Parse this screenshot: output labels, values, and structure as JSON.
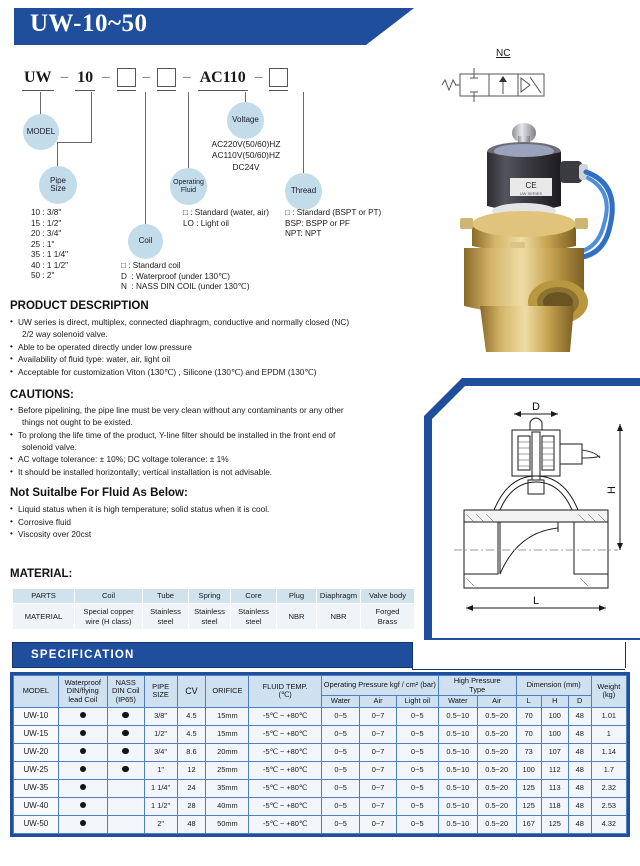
{
  "header": {
    "title": "UW-10~50"
  },
  "coding": {
    "segments": [
      {
        "type": "text",
        "value": "UW"
      },
      {
        "type": "text",
        "value": "10"
      },
      {
        "type": "box",
        "value": ""
      },
      {
        "type": "box",
        "value": ""
      },
      {
        "type": "text",
        "value": "AC110"
      },
      {
        "type": "box",
        "value": ""
      }
    ],
    "separator": "–",
    "bubbles": {
      "model": "MODEL",
      "pipe_size": "Pipe\nSize",
      "coil": "Coil",
      "operating_fluid": "Operating\nFluid",
      "voltage": "Voltage",
      "thread": "Thread"
    },
    "pipe_size_options": "10 : 3/8\"\n15 : 1/2\"\n20 : 3/4\"\n25 : 1\"\n35 : 1 1/4\"\n40 : 1 1/2\"\n50 : 2\"",
    "coil_options": "□ : Standard coil\nD  : Waterproof (under 130℃)\nN  : NASS DIN COIL (under 130℃)",
    "fluid_options": "□ : Standard (water, air)\nLO : Light oil",
    "voltage_options": "AC220V(50/60)HZ\nAC110V(50/60)HZ\nDC24V",
    "thread_options": "□ : Standard (BSPT or PT)\nBSP: BSPP or PF\nNPT: NPT"
  },
  "product_description": {
    "heading": "PRODUCT DESCRIPTION",
    "items": [
      "UW series is direct, multiplex, connected diaphragm, conductive and normally closed (NC)",
      "2/2 way solenoid valve.",
      "Able to be operated directly under low pressure",
      "Availability of fluid type: water, air, light oil",
      "Acceptable for customization Viton (130℃) , Silicone (130℃) and EPDM (130℃)"
    ]
  },
  "cautions": {
    "heading": "CAUTIONS:",
    "items": [
      "Before pipelining, the pipe line must be very clean without any contaminants or any other",
      "things not ought to be existed.",
      "To prolong the life time of the product, Y-line filter should be installed in the front end of",
      "solenoid valve.",
      "AC voltage tolerance: ± 10%; DC voltage tolerance: ± 1%",
      "It should be installed horizontally; vertical installation is not advisable."
    ]
  },
  "not_suitable": {
    "heading": "Not Suitalbe For Fluid As Below:",
    "items": [
      "Liquid status when it is high temperature; solid status when it is cool.",
      "Corrosive fluid",
      "Viscosity over 20cst"
    ]
  },
  "material": {
    "heading": "MATERIAL:",
    "row_labels": [
      "PARTS",
      "MATERIAL"
    ],
    "columns": [
      "Coil",
      "Tube",
      "Spring",
      "Core",
      "Plug",
      "Diaphragm",
      "Valve body"
    ],
    "values": [
      "Special copper\nwire (H class)",
      "Stainless\nsteel",
      "Stainless\nsteel",
      "Stainless\nsteel",
      "NBR",
      "NBR",
      "Forged\nBrass"
    ]
  },
  "diagrams": {
    "nc_label": "NC",
    "dimension_labels": {
      "d": "D",
      "h": "H",
      "l": "L"
    }
  },
  "specification": {
    "band_label": "SPECIFICATION",
    "headers": {
      "model": "MODEL",
      "waterproof": "Waterproof\nDIN/flying\nlead Coil",
      "nass": "NASS\nDIN Coil\n(IP65)",
      "pipe_size": "PIPE\nSIZE",
      "cv": "CV",
      "orifice": "ORIFICE",
      "fluid_temp": "FLUID TEMP.\n(℃)",
      "operating_pressure": "Operating Pressure kgf / cm² (bar)",
      "high_pressure": "High Pressure\nType",
      "dimension": "Dimension (mm)",
      "weight": "Weight\n(kg)",
      "sub": {
        "water": "Water",
        "air": "Air",
        "light_oil": "Light oil",
        "hp_water": "Water",
        "hp_air": "Air",
        "l": "L",
        "h": "H",
        "d": "D"
      }
    },
    "rows": [
      {
        "model": "UW-10",
        "waterproof": true,
        "nass": true,
        "pipe_size": "3/8\"",
        "cv": "4.5",
        "orifice": "15mm",
        "fluid_temp": "-5℃ ~ +80℃",
        "water": "0~5",
        "air": "0~7",
        "light_oil": "0~5",
        "hp_water": "0.5~10",
        "hp_air": "0.5~20",
        "l": "70",
        "h": "100",
        "d": "48",
        "weight": "1.01"
      },
      {
        "model": "UW-15",
        "waterproof": true,
        "nass": true,
        "pipe_size": "1/2\"",
        "cv": "4.5",
        "orifice": "15mm",
        "fluid_temp": "-5℃ ~ +80℃",
        "water": "0~5",
        "air": "0~7",
        "light_oil": "0~5",
        "hp_water": "0.5~10",
        "hp_air": "0.5~20",
        "l": "70",
        "h": "100",
        "d": "48",
        "weight": "1"
      },
      {
        "model": "UW-20",
        "waterproof": true,
        "nass": true,
        "pipe_size": "3/4\"",
        "cv": "8.6",
        "orifice": "20mm",
        "fluid_temp": "-5℃ ~ +80℃",
        "water": "0~5",
        "air": "0~7",
        "light_oil": "0~5",
        "hp_water": "0.5~10",
        "hp_air": "0.5~20",
        "l": "73",
        "h": "107",
        "d": "48",
        "weight": "1.14"
      },
      {
        "model": "UW-25",
        "waterproof": true,
        "nass": true,
        "pipe_size": "1\"",
        "cv": "12",
        "orifice": "25mm",
        "fluid_temp": "-5℃ ~ +80℃",
        "water": "0~5",
        "air": "0~7",
        "light_oil": "0~5",
        "hp_water": "0.5~10",
        "hp_air": "0.5~20",
        "l": "100",
        "h": "112",
        "d": "48",
        "weight": "1.7"
      },
      {
        "model": "UW-35",
        "waterproof": true,
        "nass": false,
        "pipe_size": "1 1/4\"",
        "cv": "24",
        "orifice": "35mm",
        "fluid_temp": "-5℃ ~ +80℃",
        "water": "0~5",
        "air": "0~7",
        "light_oil": "0~5",
        "hp_water": "0.5~10",
        "hp_air": "0.5~20",
        "l": "125",
        "h": "113",
        "d": "48",
        "weight": "2.32"
      },
      {
        "model": "UW-40",
        "waterproof": true,
        "nass": false,
        "pipe_size": "1 1/2\"",
        "cv": "28",
        "orifice": "40mm",
        "fluid_temp": "-5℃ ~ +80℃",
        "water": "0~5",
        "air": "0~7",
        "light_oil": "0~5",
        "hp_water": "0.5~10",
        "hp_air": "0.5~20",
        "l": "125",
        "h": "118",
        "d": "48",
        "weight": "2.53"
      },
      {
        "model": "UW-50",
        "waterproof": true,
        "nass": false,
        "pipe_size": "2\"",
        "cv": "48",
        "orifice": "50mm",
        "fluid_temp": "-5℃ ~ +80℃",
        "water": "0~5",
        "air": "0~7",
        "light_oil": "0~5",
        "hp_water": "0.5~10",
        "hp_air": "0.5~20",
        "l": "167",
        "h": "125",
        "d": "48",
        "weight": "4.32"
      }
    ]
  },
  "colors": {
    "brand_blue": "#1f4e9c",
    "header_fill": "#cfe0f0",
    "bubble": "#c3dcea"
  }
}
